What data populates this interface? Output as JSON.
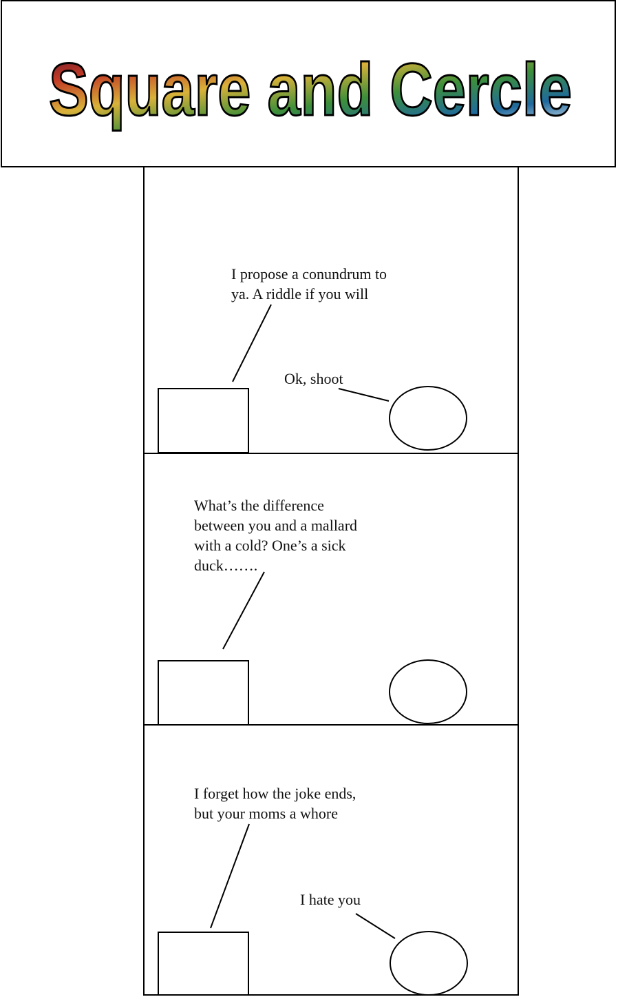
{
  "title": "Square and Cercle",
  "colors": {
    "ink": "#111111",
    "title_gradient": [
      "#5b1530",
      "#c23a25",
      "#d9b23a",
      "#3d8f3a",
      "#1f6a9e",
      "#ffffff"
    ]
  },
  "panels": [
    {
      "square_speech": "I propose a conundrum to\nya. A riddle if you will",
      "circle_speech": "Ok, shoot"
    },
    {
      "square_speech": "What’s the difference\nbetween you and a mallard\nwith a cold? One’s a sick\nduck…….",
      "circle_speech": ""
    },
    {
      "square_speech": "I forget how the joke ends,\nbut your moms a whore",
      "circle_speech": "I hate you"
    }
  ]
}
